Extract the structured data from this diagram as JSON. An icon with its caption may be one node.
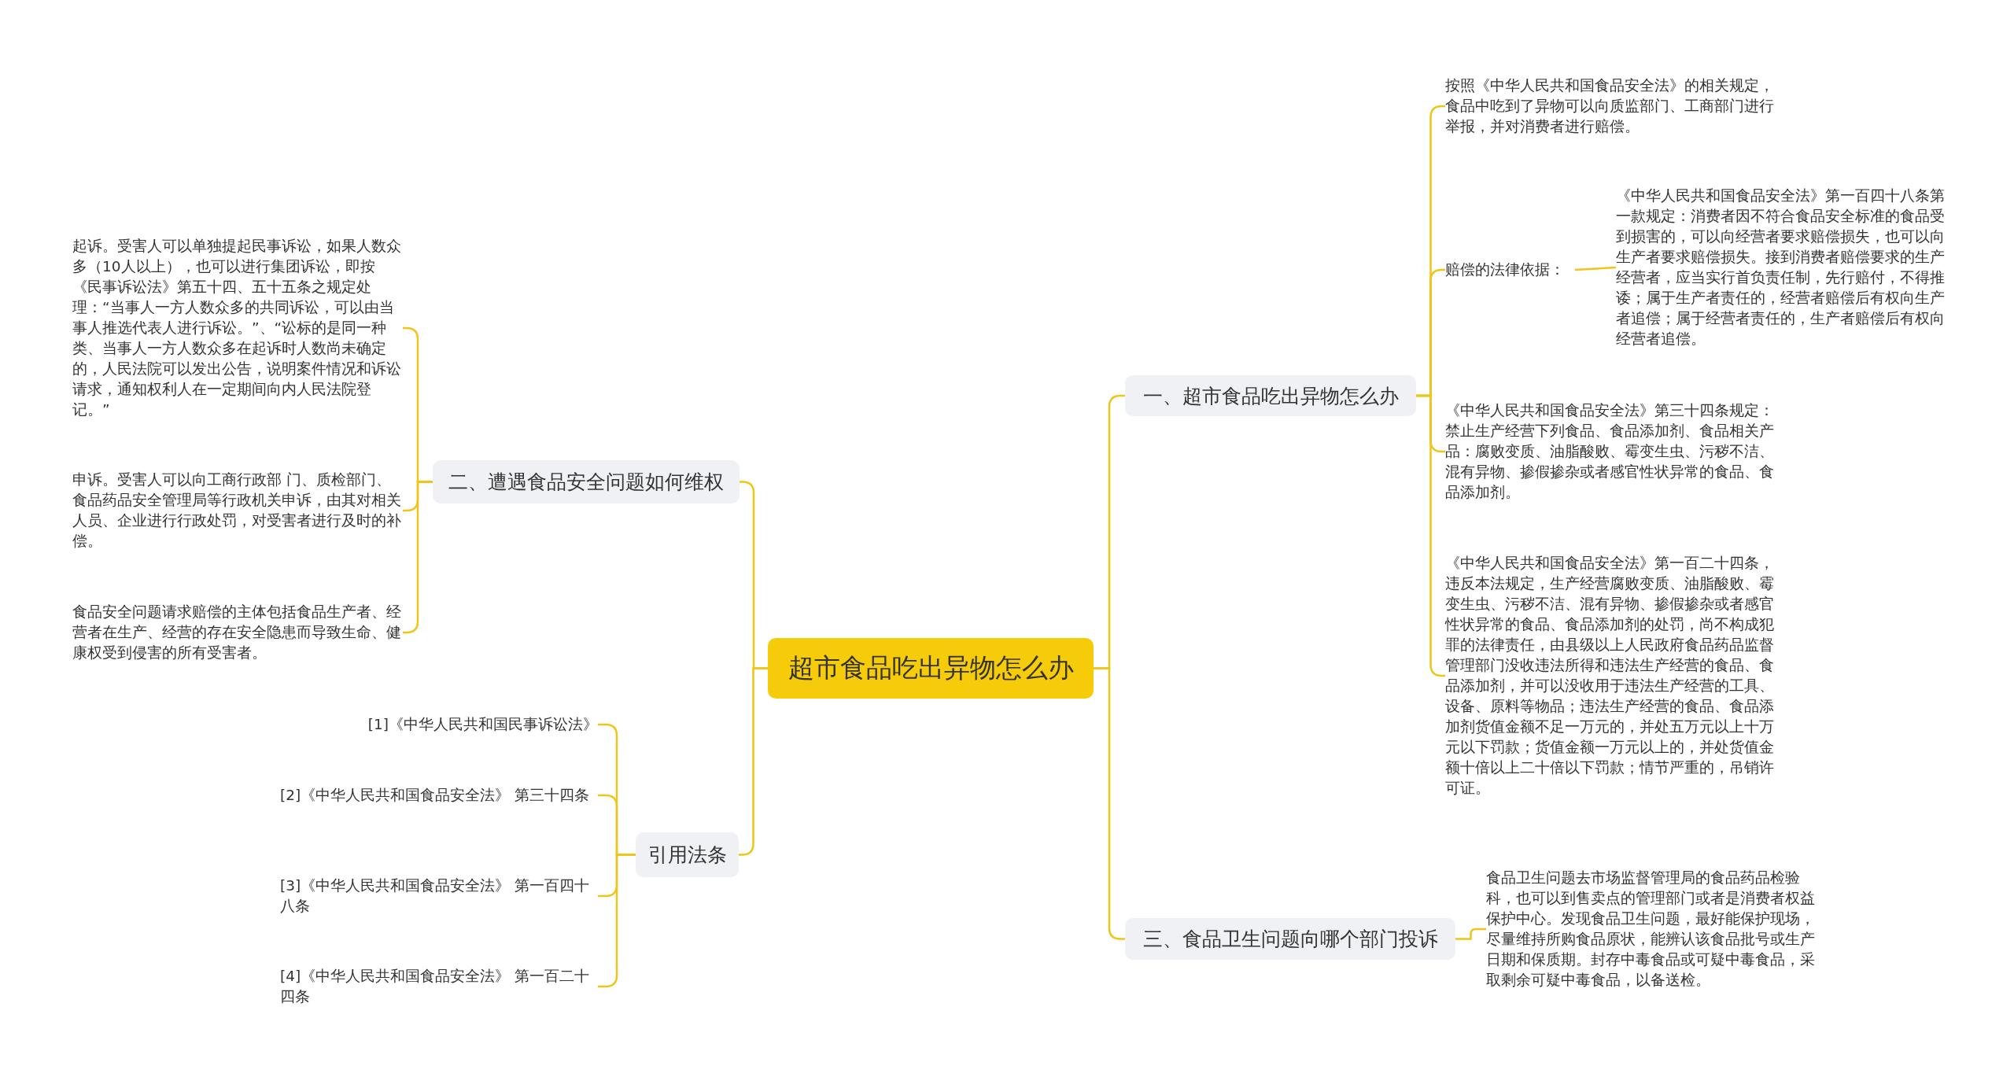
{
  "diagram": {
    "nodes": [
      {
        "text": [
          "超市食品吃出异物怎么办"
        ]
      },
      {
        "text": [
          "一、超市食品吃出异物怎么办"
        ]
      },
      {
        "text": [
          "按照《中华人民共和国食品安全法》的相关规定，食品中吃到了异物可以向质监部门、工商部门进行举报，并对消费者进行赔偿。"
        ]
      },
      {
        "text": [
          "赔偿的法律依据："
        ]
      },
      {
        "text": [
          "《中华人民共和国食品安全法》第一百四十八条第一款规定：消费者因不符合食品安全标准的食品受到损害的，可以向经营者要求赔偿损失，也可以向生产者要求赔偿损失。接到消费者赔偿要求的生产经营者，应当实行首负责任制，先行赔付，不得推诿；属于生产者责任的，经营者赔偿后有权向生产者追偿；属于经营者责任的，生产者赔偿后有权向经营者追偿。"
        ]
      },
      {
        "text": [
          "《中华人民共和国食品安全法》第三十四条规定：禁止生产经营下列食品、食品添加剂、食品相关产品：腐败变质、油脂酸败、霉变生虫、污秽不洁、混有异物、掺假掺杂或者感官性状异常的食品、食品添加剂。"
        ]
      },
      {
        "text": [
          "《中华人民共和国食品安全法》第一百二十四条，违反本法规定，生产经营腐败变质、油脂酸败、霉变生虫、污秽不洁、混有异物、掺假掺杂或者感官性状异常的食品、食品添加剂的处罚，尚不构成犯罪的法律责任，由县级以上人民政府食品药品监督管理部门没收违法所得和违法生产经营的食品、食品添加剂，并可以没收用于违法生产经营的工具、设备、原料等物品；违法生产经营的食品、食品添加剂货值金额不足一万元的，并处五万元以上十万元以下罚款；货值金额一万元以上的，并处货值金额十倍以上二十倍以下罚款；情节严重的，吊销许可证。"
        ]
      },
      {
        "text": [
          "三、食品卫生问题向哪个部门投诉"
        ]
      },
      {
        "text": [
          "食品卫生问题去市场监督管理局的食品药品检验科，也可以到售卖点的管理部门或者是消费者权益保护中心。发现食品卫生问题，最好能保护现场，尽量维持所购食品原状，能辨认该食品批号或生产日期和保质期。封存中毒食品或可疑中毒食品，采取剩余可疑中毒食品，以备送检。"
        ]
      },
      {
        "text": [
          "二、遭遇食品安全问题如何维权"
        ]
      },
      {
        "text": [
          "起诉。受害人可以单独提起民事诉讼，如果人数众多（10人以上），也可以进行集团诉讼，即按《民事诉讼法》第五十四、五十五条之规定处理：“当事人一方人数众多的共同诉讼，可以由当事人推选代表人进行诉讼。”、“讼标的是同一种类、当事人一方人数众多在起诉时人数尚未确定的，人民法院可以发出公告，说明案件情况和诉讼请求，通知权利人在一定期间向内人民法院登记。”"
        ]
      },
      {
        "text": [
          "申诉。受害人可以向工商行政部 门、质检部门、食品药品安全管理局等行政机关申诉，由其对相关人员、企业进行行政处罚，对受害者进行及时的补偿。"
        ]
      },
      {
        "text": [
          "食品安全问题请求赔偿的主体包括食品生产者、经营者在生产、经营的存在安全隐患而导致生命、健康权受到侵害的所有受害者。"
        ]
      },
      {
        "text": [
          "引用法条"
        ]
      },
      {
        "text": [
          "[1]《中华人民共和国民事诉讼法》"
        ]
      },
      {
        "text": [
          "[2]《中华人民共和国食品安全法》 第三十四条"
        ]
      },
      {
        "text": [
          "[3]《中华人民共和国食品安全法》 第一百四十八条"
        ]
      },
      {
        "text": [
          "[4]《中华人民共和国食品安全法》 第一百二十四条"
        ]
      }
    ],
    "edges": [
      {
        "from": 0,
        "to": 1,
        "arrow": "none"
      },
      {
        "from": 1,
        "to": 2,
        "arrow": "none"
      },
      {
        "from": 1,
        "to": 3,
        "arrow": "none"
      },
      {
        "from": 3,
        "to": 4,
        "arrow": "none"
      },
      {
        "from": 1,
        "to": 5,
        "arrow": "none"
      },
      {
        "from": 1,
        "to": 6,
        "arrow": "none"
      },
      {
        "from": 0,
        "to": 7,
        "arrow": "none"
      },
      {
        "from": 7,
        "to": 8,
        "arrow": "none"
      },
      {
        "from": 0,
        "to": 9,
        "arrow": "none"
      },
      {
        "from": 9,
        "to": 10,
        "arrow": "none"
      },
      {
        "from": 9,
        "to": 11,
        "arrow": "none"
      },
      {
        "from": 9,
        "to": 12,
        "arrow": "none"
      },
      {
        "from": 0,
        "to": 13,
        "arrow": "none"
      },
      {
        "from": 13,
        "to": 14,
        "arrow": "none"
      },
      {
        "from": 13,
        "to": 15,
        "arrow": "none"
      },
      {
        "from": 13,
        "to": 16,
        "arrow": "none"
      },
      {
        "from": 13,
        "to": 17,
        "arrow": "none"
      }
    ]
  }
}
